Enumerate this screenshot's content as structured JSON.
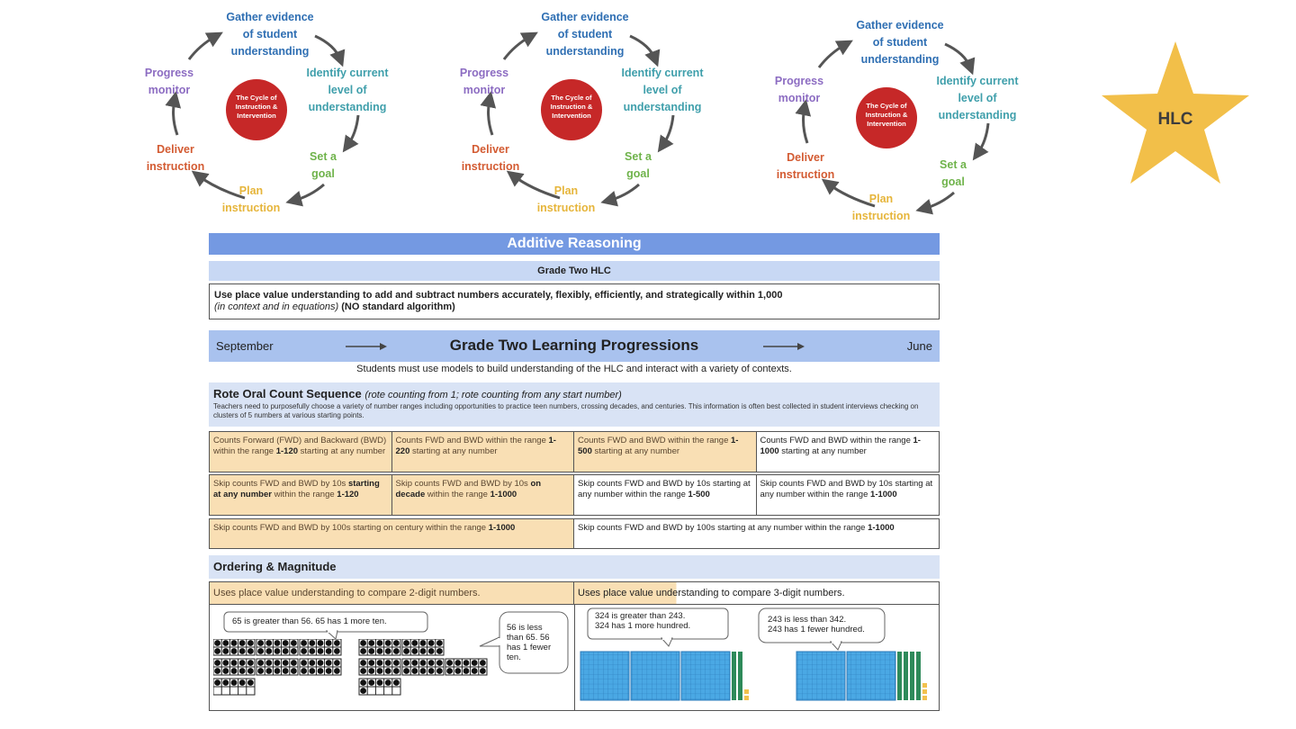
{
  "cycle": {
    "hub": "The Cycle of\nInstruction &\nIntervention",
    "gather": "Gather evidence\nof student\nunderstanding",
    "identify": "Identify current\nlevel of\nunderstanding",
    "goal": "Set a\ngoal",
    "plan": "Plan\ninstruction",
    "deliver": "Deliver\ninstruction",
    "progress": "Progress\nmonitor"
  },
  "star_label": "HLC",
  "colors": {
    "star": "#f2bf49",
    "hub": "#c62828",
    "title_band": "#7499e2",
    "tan": "#f9dfb4",
    "block_blue": "#4aa8e4",
    "rod_green": "#2e8a5a",
    "unit_yellow": "#f2c14e"
  },
  "doc": {
    "title": "Additive Reasoning",
    "subtitle": "Grade Two HLC",
    "hlc_main": "Use place value understanding to add and subtract numbers accurately, flexibly, efficiently, and strategically within 1,000",
    "hlc_italic": "(in context and in equations)",
    "hlc_bold": "(NO standard algorithm)",
    "progressions": {
      "start": "September",
      "title": "Grade Two Learning Progressions",
      "end": "June"
    },
    "note": "Students must use models to build understanding of the HLC and interact with a variety of contexts.",
    "rote": {
      "heading": "Rote Oral Count Sequence",
      "heading_note": "(rote counting from 1; rote counting from any start number)",
      "text": "Teachers need to purposefully choose a variety of number ranges including opportunities to practice teen numbers, crossing decades, and centuries. This information is often best collected in student interviews checking on clusters of 5 numbers at various starting points."
    },
    "row1": [
      {
        "a": "Counts Forward (FWD) and Backward (BWD) within the range ",
        "b": "1-120",
        "c": " starting at any number"
      },
      {
        "a": "Counts FWD and BWD within the range ",
        "b": "1-220",
        "c": " starting at any number"
      },
      {
        "a": "Counts FWD and BWD within the range ",
        "b": "1-500",
        "c": " starting at any number"
      },
      {
        "a": "Counts FWD and BWD within the range ",
        "b": "1-1000",
        "c": " starting at any number"
      }
    ],
    "row2": [
      {
        "a": "Skip counts FWD and BWD by 10s ",
        "b": "starting at any number",
        "c": " within the range ",
        "d": "1-120"
      },
      {
        "a": "Skip counts FWD and BWD by 10s ",
        "b": "on decade",
        "c": " within the range ",
        "d": "1-1000"
      },
      {
        "a": "Skip counts FWD and BWD by 10s starting at any number within the range ",
        "b": "",
        "c": "",
        "d": "1-500"
      },
      {
        "a": "Skip counts FWD and BWD by 10s starting at any number within the range ",
        "b": "",
        "c": "",
        "d": "1-1000"
      }
    ],
    "row3": [
      {
        "a": "Skip counts FWD and BWD by 100s starting on century within the range ",
        "b": "1-1000"
      },
      {
        "a": "Skip counts FWD and BWD by 100s starting at any number within the range ",
        "b": "1-1000"
      }
    ],
    "ordering": {
      "heading": "Ordering & Magnitude",
      "left": "Uses place value understanding to compare 2-digit numbers.",
      "right": "Uses place value understanding to compare 3-digit numbers.",
      "bubble1": "65 is greater than 56. 65 has 1 more ten.",
      "bubble2": "56 is less\nthan 65. 56\nhas 1 fewer\nten.",
      "bubble3": "324 is greater than 243.\n324 has 1 more hundred.",
      "bubble4": "243 is less than 342.\n243 has 1 fewer hundred."
    }
  }
}
